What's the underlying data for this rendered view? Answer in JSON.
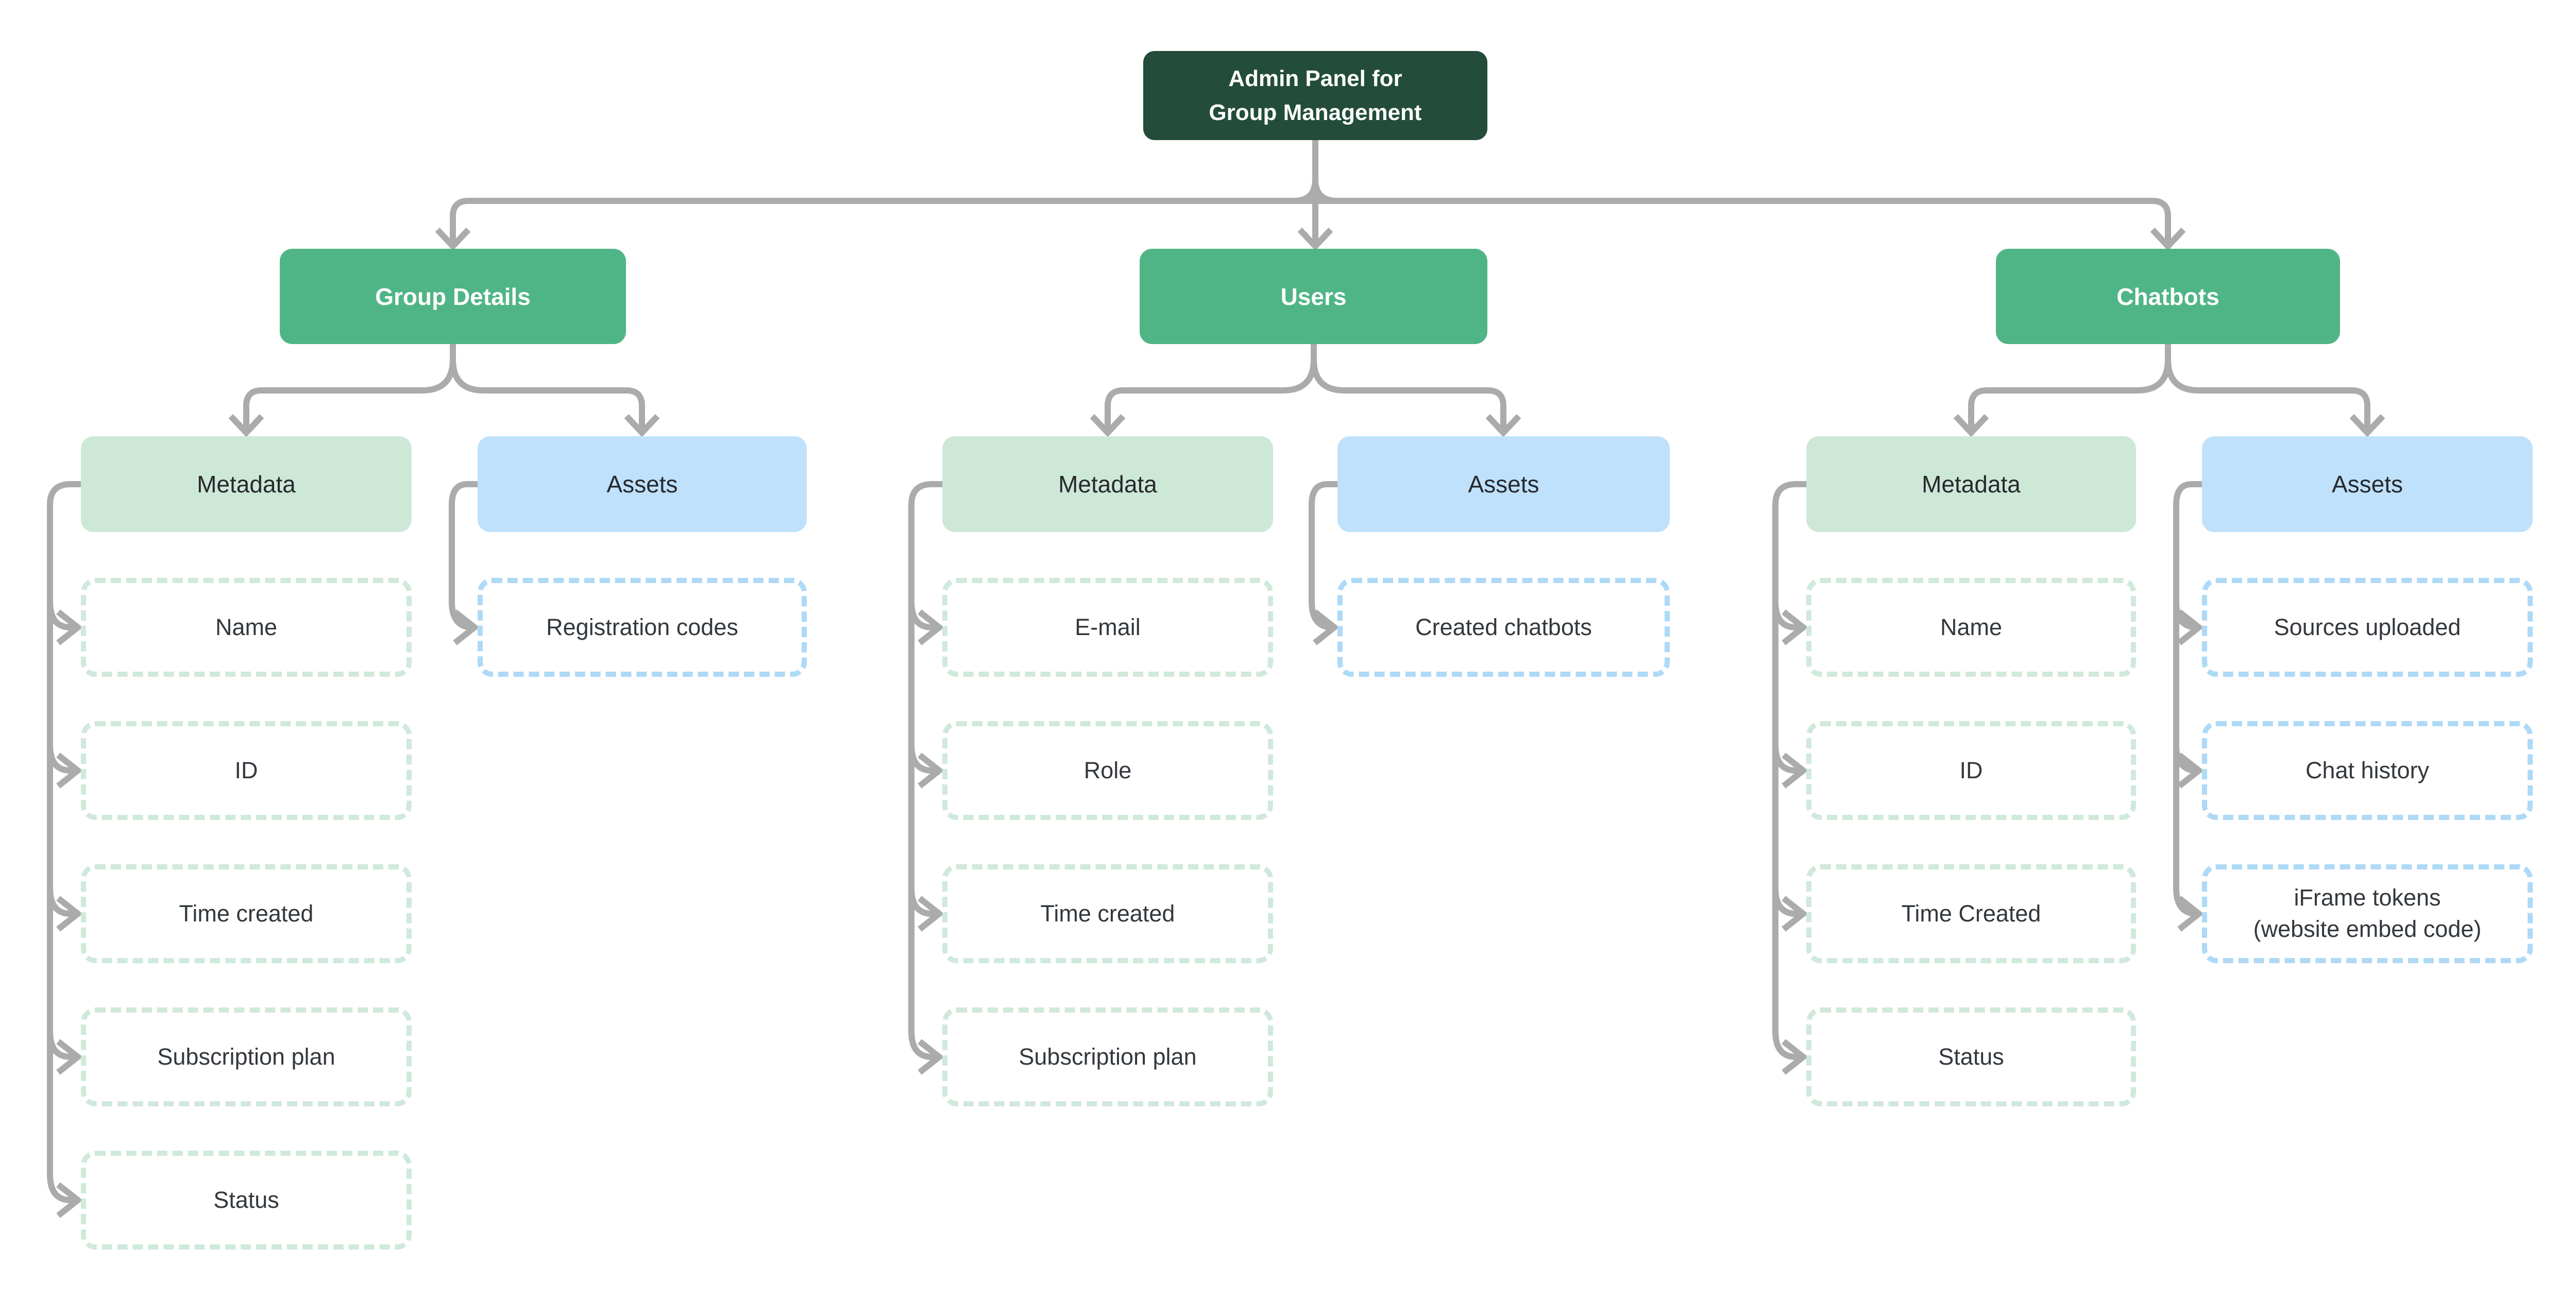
{
  "root": {
    "title": "Admin Panel for\nGroup Management"
  },
  "branches": [
    {
      "header": "Group Details",
      "groups": [
        {
          "label": "Metadata",
          "type": "metadata",
          "items": [
            "Name",
            "ID",
            "Time created",
            "Subscription plan",
            "Status"
          ]
        },
        {
          "label": "Assets",
          "type": "assets",
          "items": [
            "Registration codes"
          ]
        }
      ]
    },
    {
      "header": "Users",
      "groups": [
        {
          "label": "Metadata",
          "type": "metadata",
          "items": [
            "E-mail",
            "Role",
            "Time created",
            "Subscription plan"
          ]
        },
        {
          "label": "Assets",
          "type": "assets",
          "items": [
            "Created chatbots"
          ]
        }
      ]
    },
    {
      "header": "Chatbots",
      "groups": [
        {
          "label": "Metadata",
          "type": "metadata",
          "items": [
            "Name",
            "ID",
            "Time Created",
            "Status"
          ]
        },
        {
          "label": "Assets",
          "type": "assets",
          "items": [
            "Sources uploaded",
            "Chat history",
            "iFrame tokens\n(website embed code)"
          ]
        }
      ]
    }
  ],
  "colors": {
    "root_bg": "#234c3a",
    "header_bg": "#50b586",
    "metadata_bg": "#cee8d7",
    "assets_bg": "#bfe1fb",
    "metadata_dash_border": "#d0e9da",
    "assets_dash_border": "#aed9f7",
    "connector": "#ababab",
    "text_dark": "#33383d",
    "text_light": "#ffffff"
  }
}
